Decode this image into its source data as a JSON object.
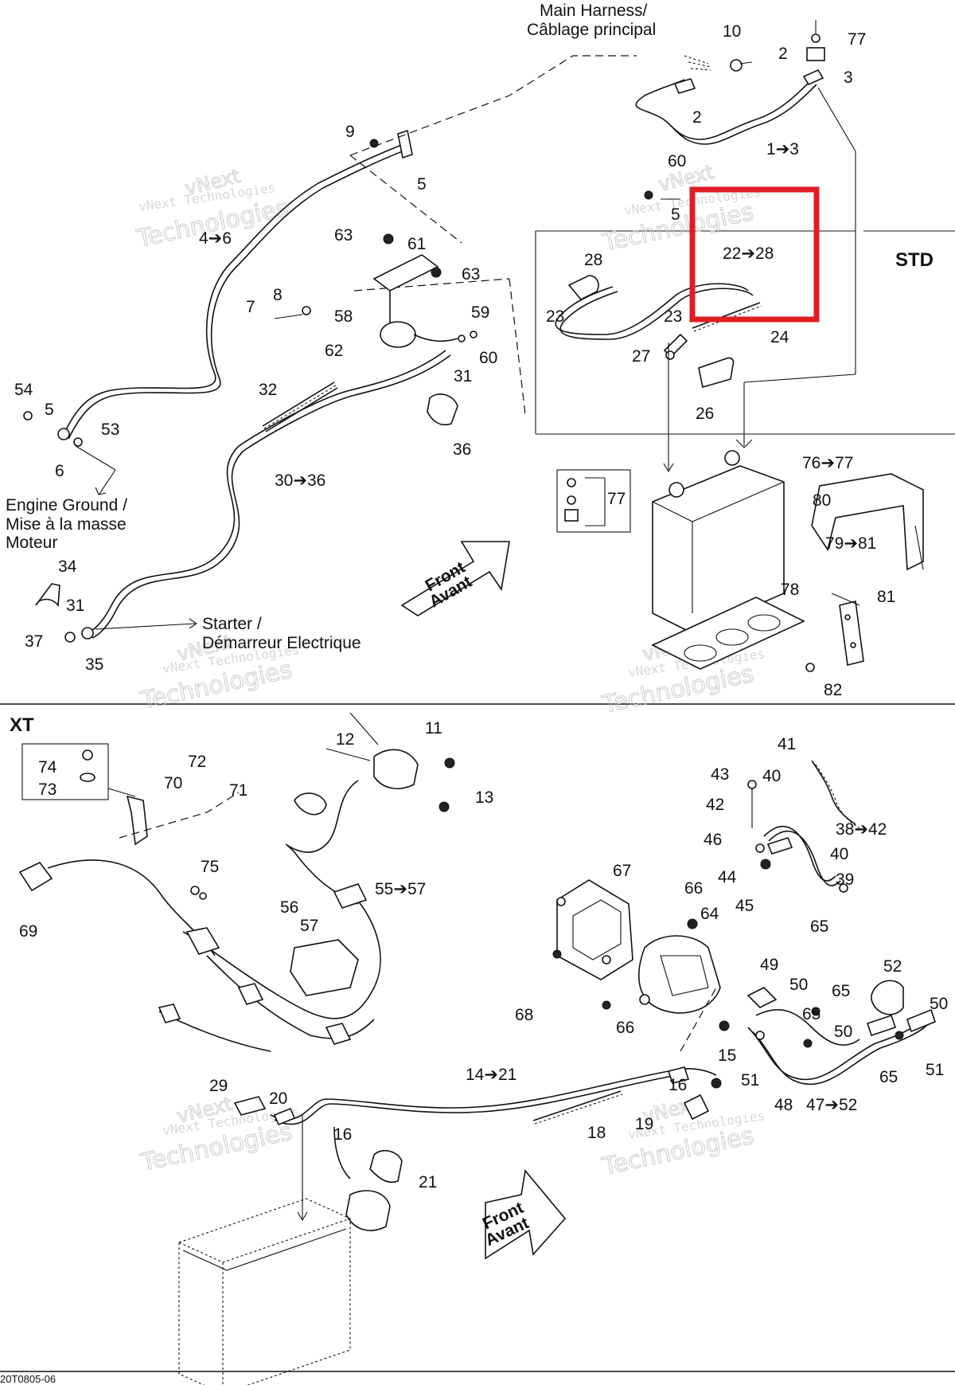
{
  "callouts": [
    "Main Harness/",
    "Câblage principal",
    "10",
    "77",
    "2",
    "3",
    "2",
    "1➔3",
    "9",
    "5",
    "4➔6",
    "60",
    "5",
    "22➔28",
    "STD",
    "63",
    "61",
    "63",
    "28",
    "8",
    "7",
    "58",
    "59",
    "23",
    "23",
    "24",
    "62",
    "60",
    "27",
    "31",
    "26",
    "54",
    "5",
    "53",
    "32",
    "36",
    "6",
    "30➔36",
    "76➔77",
    "77",
    "Engine Ground /",
    "Mise à la masse",
    "Moteur",
    "80",
    "79➔81",
    "34",
    "78",
    "81",
    "31",
    "Starter /",
    "Démarreur Electrique",
    "37",
    "35",
    "82",
    "XT",
    "11",
    "12",
    "74",
    "72",
    "70",
    "71",
    "73",
    "13",
    "41",
    "43",
    "40",
    "42",
    "38➔42",
    "46",
    "40",
    "75",
    "44",
    "39",
    "55➔57",
    "67",
    "45",
    "56",
    "66",
    "65",
    "69",
    "57",
    "64",
    "52",
    "49",
    "50",
    "65",
    "65",
    "50",
    "68",
    "66",
    "50",
    "15",
    "51",
    "51",
    "14➔21",
    "16",
    "29",
    "20",
    "48",
    "47➔52",
    "65",
    "18",
    "19",
    "16",
    "21"
  ],
  "front_arrow": {
    "line1": "Front",
    "line2": "Avant"
  },
  "watermark": {
    "small": "vNext Technologies",
    "large": "Technologies",
    "large_top": "vNext"
  },
  "drawing_code": "20T0805-06",
  "highlight": {
    "color": "#e11d24",
    "target_label": "22➔28"
  }
}
